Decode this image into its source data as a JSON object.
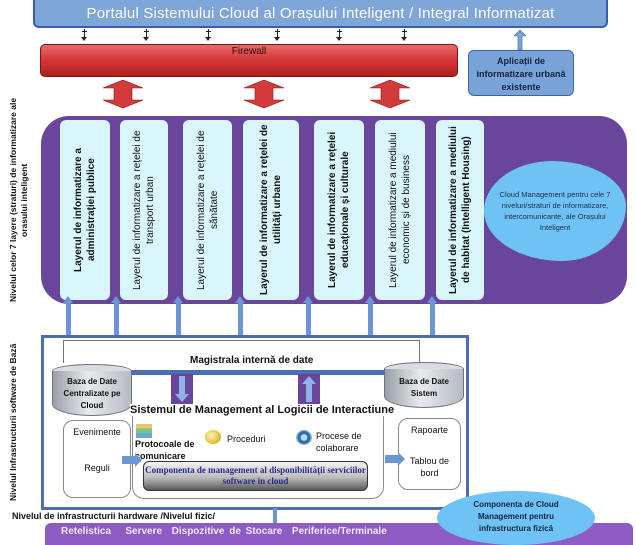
{
  "portal": {
    "title": "Portalul Sistemului Cloud al Orașului Inteligent / Integral Informatizat"
  },
  "firewall": {
    "label": "Firewall"
  },
  "existing_apps": {
    "label": "Aplicații de informatizare urbană existente"
  },
  "side_labels": {
    "layers_level": "Nivelul celor 7 layere (straturi) de informatizare ale orasului inteligent",
    "software_level": "Nivelul Infrastructurii software de Bază",
    "hardware_level": "Nivelul de infrastructurii hardware /Nivelul fizic/"
  },
  "layers": [
    {
      "label": "Layerul de informatizare a administrației publice",
      "bold": true
    },
    {
      "label": "Layerul de informatizare a rețelei de transport urban",
      "bold": false
    },
    {
      "label": "Layerul de informatizare a rețelei de sănătate",
      "bold": false
    },
    {
      "label": "Layerul de informatizare a rețelei de utilități urbane",
      "bold": true
    },
    {
      "label": "Layerul de informatizare a rețelei educaționale și culturale",
      "bold": true
    },
    {
      "label": "Layerul de informatizare a mediului economic și de business",
      "bold": false
    },
    {
      "label": "Layerul de informatizare a mediului de habitat (Intelligent Housing)",
      "bold": true
    }
  ],
  "layers_cloud": {
    "label": "Cloud Management pentru cele 7 niveluri/straturi de informatizare, intercomunicante, ale Orașului Inteligent"
  },
  "software": {
    "bus_label": "Magistrala internă de date",
    "db_cloud": "Baza de Date Centralizate pe Cloud",
    "db_system": "Baza de Date Sistem",
    "logic_title": "Sistemul de Management al Logicii de Interactiune",
    "events": "Evenimente",
    "rules": "Reguli",
    "protocols": "Protocoale de comunicare",
    "procedures": "Proceduri",
    "collab": "Procese de colaborare",
    "component": "Componenta de management al disponibilității serviciilor software în cloud",
    "reports": "Rapoarte",
    "dashboard": "Tablou de bord"
  },
  "hardware": {
    "items": [
      "Retelistica",
      "Servere",
      "Dispozitive de Stocare",
      "Periferice/Terminale"
    ],
    "cloud": "Componenta de Cloud Management pentru infrastructura fizică"
  },
  "colors": {
    "portal": "#7fa6d9",
    "firewall": "#d63a3a",
    "purple": "#6a459c",
    "layer": "#d8f6fb",
    "cloud": "#6fc2f4",
    "infra_border": "#4a6fb0",
    "hardware": "#8e5bc4"
  }
}
